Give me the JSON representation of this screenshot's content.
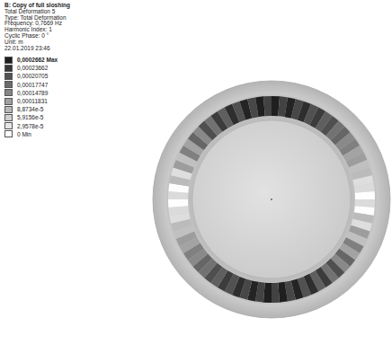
{
  "diagram": {
    "title": "B: Copy of full sloshing",
    "labels": [
      "Total Deformation 5",
      "Type: Total Deformation",
      "Frequency: 0,7669 Hz",
      "Harmonic Index: 1",
      "Cyclic Phase: 0 °",
      "Unit: m",
      "22.01.2019 23:46"
    ],
    "legend": [
      {
        "text": "0,0002662 Max",
        "color": "#1e1e1e"
      },
      {
        "text": "0,00023662",
        "color": "#383838"
      },
      {
        "text": "0,00020705",
        "color": "#525252"
      },
      {
        "text": "0,00017747",
        "color": "#6c6c6c"
      },
      {
        "text": "0,00014789",
        "color": "#868686"
      },
      {
        "text": "0,00011831",
        "color": "#a0a0a0"
      },
      {
        "text": "8,8734e-5",
        "color": "#b8b8b8"
      },
      {
        "text": "5,9156e-5",
        "color": "#d0d0d0"
      },
      {
        "text": "2,9578e-5",
        "color": "#e6e6e6"
      },
      {
        "text": "0 Min",
        "color": "#ffffff"
      }
    ]
  }
}
